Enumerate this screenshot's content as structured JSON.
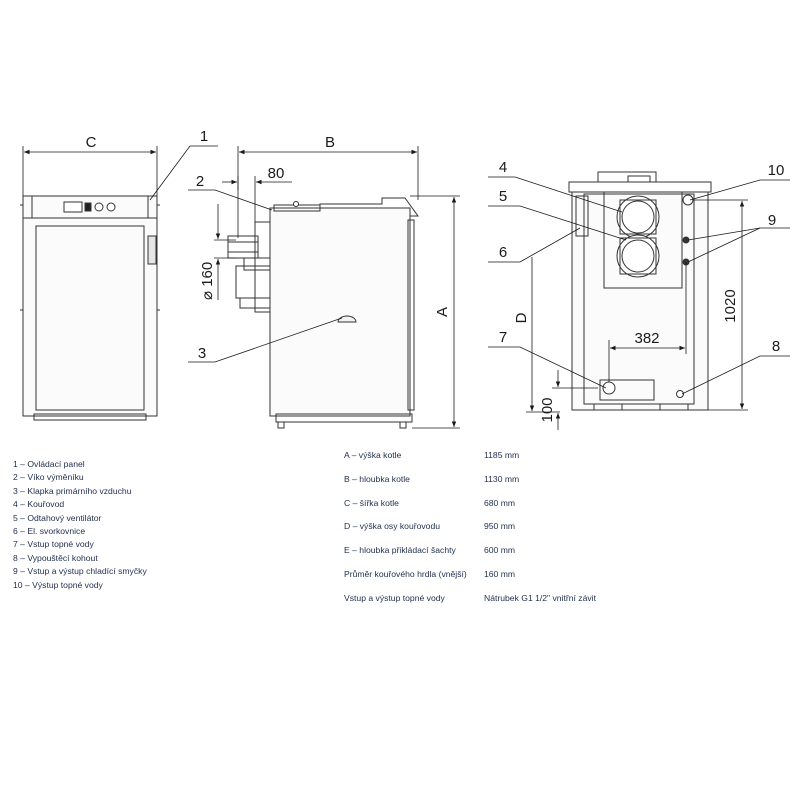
{
  "dimensions": {
    "A": "A",
    "B": "B",
    "C": "C",
    "D": "D",
    "d80": "80",
    "d160": "⌀ 160",
    "d382": "382",
    "d1020": "1020",
    "d100": "100"
  },
  "callouts": [
    "1",
    "2",
    "3",
    "4",
    "5",
    "6",
    "7",
    "8",
    "9",
    "10"
  ],
  "legend": [
    "1 – Ovládací panel",
    "2 – Víko výměníku",
    "3 – Klapka primárního vzduchu",
    "4 – Kouřovod",
    "5 – Odtahový ventilátor",
    "6 – El. svorkovnice",
    "7 – Vstup topné vody",
    "8 – Vypouštěcí kohout",
    "9 – Vstup a výstup chladící smyčky",
    "10 – Výstup topné vody"
  ],
  "specs": [
    {
      "label": "A – výška kotle",
      "value": "1185 mm"
    },
    {
      "label": "B – hloubka kotle",
      "value": "1130 mm"
    },
    {
      "label": "C – šířka kotle",
      "value": "680 mm"
    },
    {
      "label": "D – výška osy kouřovodu",
      "value": "950 mm"
    },
    {
      "label": "E – hloubka přikládací šachty",
      "value": "600 mm"
    },
    {
      "label": "Průměr kouřového hrdla (vnější)",
      "value": "160 mm"
    },
    {
      "label": "Vstup a výstup topné vody",
      "value": "Nátrubek G1 1/2\" vnitřní závit"
    }
  ]
}
